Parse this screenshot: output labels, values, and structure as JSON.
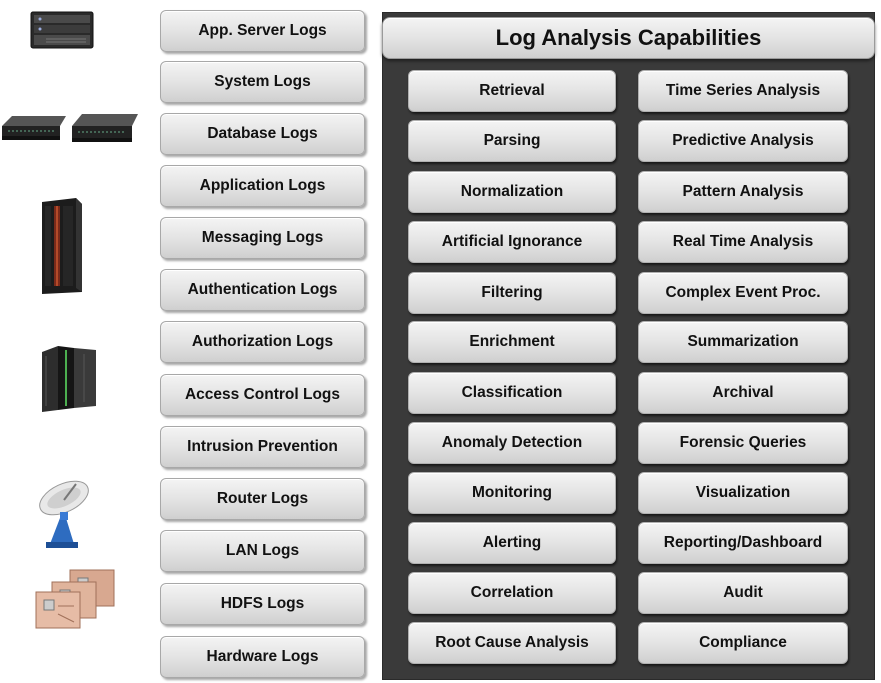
{
  "log_sources": [
    "App.  Server Logs",
    "System Logs",
    "Database Logs",
    "Application  Logs",
    "Messaging Logs",
    "Authentication  Logs",
    "Authorization  Logs",
    "Access Control Logs",
    "Intrusion Prevention",
    "Router Logs",
    "LAN Logs",
    "HDFS Logs",
    "Hardware Logs"
  ],
  "capabilities_panel": {
    "title": "Log Analysis Capabilities",
    "left_column": [
      "Retrieval",
      "Parsing",
      "Normalization",
      "Artificial Ignorance",
      "Filtering",
      "Enrichment",
      "Classification",
      "Anomaly Detection",
      "Monitoring",
      "Alerting",
      "Correlation",
      "Root Cause Analysis"
    ],
    "right_column": [
      "Time Series Analysis",
      "Predictive Analysis",
      "Pattern Analysis",
      "Real Time Analysis",
      "Complex Event Proc.",
      "Summarization",
      "Archival",
      "Forensic Queries",
      "Visualization",
      "Reporting/Dashboard",
      "Audit",
      "Compliance"
    ]
  },
  "device_icons": [
    "rack-server-icon",
    "network-switches-icon",
    "tower-server-icon",
    "mainframe-icon",
    "satellite-dish-icon",
    "circuit-boards-icon"
  ]
}
